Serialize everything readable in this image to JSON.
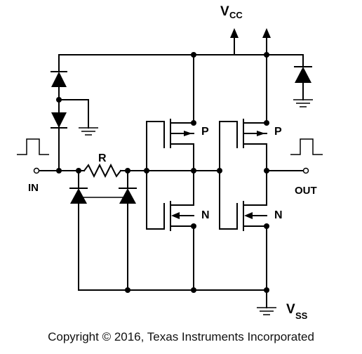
{
  "labels": {
    "vcc_main": "V",
    "vcc_sub": "CC",
    "vss_main": "V",
    "vss_sub": "SS",
    "input": "IN",
    "output": "OUT",
    "resistor": "R",
    "pmos_1": "P",
    "pmos_2": "P",
    "nmos_1": "N",
    "nmos_2": "N"
  },
  "footer": {
    "copyright": "Copyright © 2016, Texas Instruments Incorporated"
  }
}
